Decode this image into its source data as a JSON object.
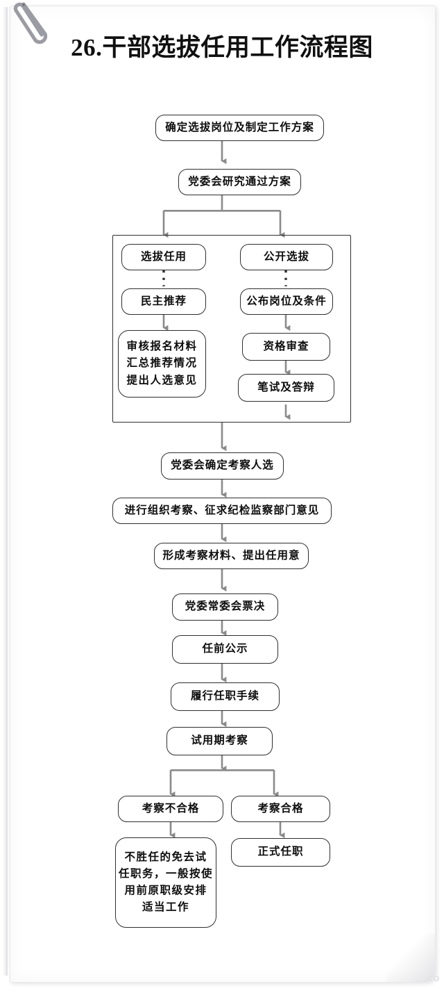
{
  "document": {
    "title": "26.干部选拔任用工作流程图",
    "watermark": ".co",
    "clip_icon": "paperclip-icon"
  },
  "chart_data": {
    "type": "diagram",
    "subtype": "flowchart",
    "title": "26.干部选拔任用工作流程图",
    "orientation": "top-to-bottom",
    "nodes": [
      {
        "id": "n1",
        "label": "确定选拔岗位及制定工作方案",
        "lines": [
          "确定选拔岗位及制定工作方案"
        ]
      },
      {
        "id": "n2",
        "label": "党委会研究通过方案",
        "lines": [
          "党委会研究通过方案"
        ]
      },
      {
        "id": "n3",
        "label": "选拔任用",
        "lines": [
          "选拔任用"
        ]
      },
      {
        "id": "n4",
        "label": "公开选拔",
        "lines": [
          "公开选拔"
        ]
      },
      {
        "id": "n5",
        "label": "民主推荐",
        "lines": [
          "民主推荐"
        ]
      },
      {
        "id": "n6",
        "label": "公布岗位及条件",
        "lines": [
          "公布岗位及条件"
        ]
      },
      {
        "id": "n7",
        "label": "审核报名材料 汇总推荐情况 提出人选意见",
        "lines": [
          "审核报名材料",
          "汇总推荐情况",
          "提出人选意见"
        ]
      },
      {
        "id": "n8",
        "label": "资格审查",
        "lines": [
          "资格审查"
        ]
      },
      {
        "id": "n9",
        "label": "笔试及答辩",
        "lines": [
          "笔试及答辩"
        ]
      },
      {
        "id": "n10",
        "label": "党委会确定考察人选",
        "lines": [
          "党委会确定考察人选"
        ]
      },
      {
        "id": "n11",
        "label": "进行组织考察、征求纪检监察部门意见",
        "lines": [
          "进行组织考察、征求纪检监察部门意见"
        ]
      },
      {
        "id": "n12",
        "label": "形成考察材料、提出任用意",
        "lines": [
          "形成考察材料、提出任用意"
        ]
      },
      {
        "id": "n13",
        "label": "党委常委会票决",
        "lines": [
          "党委常委会票决"
        ]
      },
      {
        "id": "n14",
        "label": "任前公示",
        "lines": [
          "任前公示"
        ]
      },
      {
        "id": "n15",
        "label": "履行任职手续",
        "lines": [
          "履行任职手续"
        ]
      },
      {
        "id": "n16",
        "label": "试用期考察",
        "lines": [
          "试用期考察"
        ]
      },
      {
        "id": "n17",
        "label": "考察不合格",
        "lines": [
          "考察不合格"
        ]
      },
      {
        "id": "n18",
        "label": "考察合格",
        "lines": [
          "考察合格"
        ]
      },
      {
        "id": "n19",
        "label": "不胜任的免去试 任职务，一般按使 用前原职级安排 适当工作",
        "lines": [
          "不胜任的免去试",
          "任职务，一般按使",
          "用前原职级安排",
          "适当工作"
        ]
      },
      {
        "id": "n20",
        "label": "正式任职",
        "lines": [
          "正式任职"
        ]
      }
    ],
    "edges": [
      {
        "from": "n1",
        "to": "n2",
        "style": "arrow"
      },
      {
        "from": "n2",
        "to": "n3",
        "style": "fork-arrow"
      },
      {
        "from": "n2",
        "to": "n4",
        "style": "fork-arrow"
      },
      {
        "from": "n3",
        "to": "n5",
        "style": "dotted"
      },
      {
        "from": "n4",
        "to": "n6",
        "style": "dotted"
      },
      {
        "from": "n5",
        "to": "n7",
        "style": "arrow"
      },
      {
        "from": "n6",
        "to": "n8",
        "style": "arrow"
      },
      {
        "from": "n8",
        "to": "n9",
        "style": "arrow"
      },
      {
        "from": "n9",
        "to": "n10",
        "style": "arrow"
      },
      {
        "from": "n10",
        "to": "n11",
        "style": "arrow"
      },
      {
        "from": "n11",
        "to": "n12",
        "style": "arrow"
      },
      {
        "from": "n12",
        "to": "n13",
        "style": "arrow"
      },
      {
        "from": "n13",
        "to": "n14",
        "style": "arrow"
      },
      {
        "from": "n14",
        "to": "n15",
        "style": "arrow"
      },
      {
        "from": "n15",
        "to": "n16",
        "style": "arrow"
      },
      {
        "from": "n16",
        "to": "n17",
        "style": "fork-arrow"
      },
      {
        "from": "n16",
        "to": "n18",
        "style": "fork-arrow"
      },
      {
        "from": "n17",
        "to": "n19",
        "style": "arrow"
      },
      {
        "from": "n18",
        "to": "n20",
        "style": "arrow"
      }
    ],
    "groups": [
      {
        "id": "g1",
        "label": "",
        "contains": [
          "n3",
          "n4",
          "n5",
          "n6",
          "n7",
          "n8",
          "n9"
        ]
      }
    ],
    "colors": {
      "node_border": "#2e2e2e",
      "node_fill": "#ffffff",
      "text": "#0d0d0d",
      "connector": "#8a8a8a",
      "page": "#ffffff",
      "watermark": "#e2e2e5"
    }
  }
}
